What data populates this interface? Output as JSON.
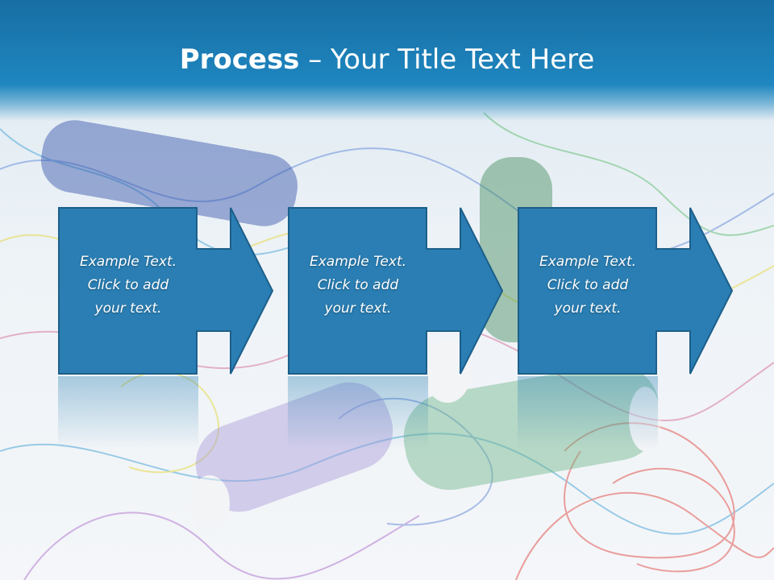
{
  "title": {
    "bold": "Process",
    "rest": " – Your Title Text Here"
  },
  "steps": [
    {
      "text": "Example Text.\nClick  to add\nyour text."
    },
    {
      "text": "Example Text.\nClick  to add\nyour text."
    },
    {
      "text": "Example Text.\nClick  to add\nyour text."
    }
  ],
  "colors": {
    "header": "#1f86bf",
    "box_fill": "#2a7eb3",
    "box_border": "#1d5f8a",
    "text": "#ffffff"
  }
}
